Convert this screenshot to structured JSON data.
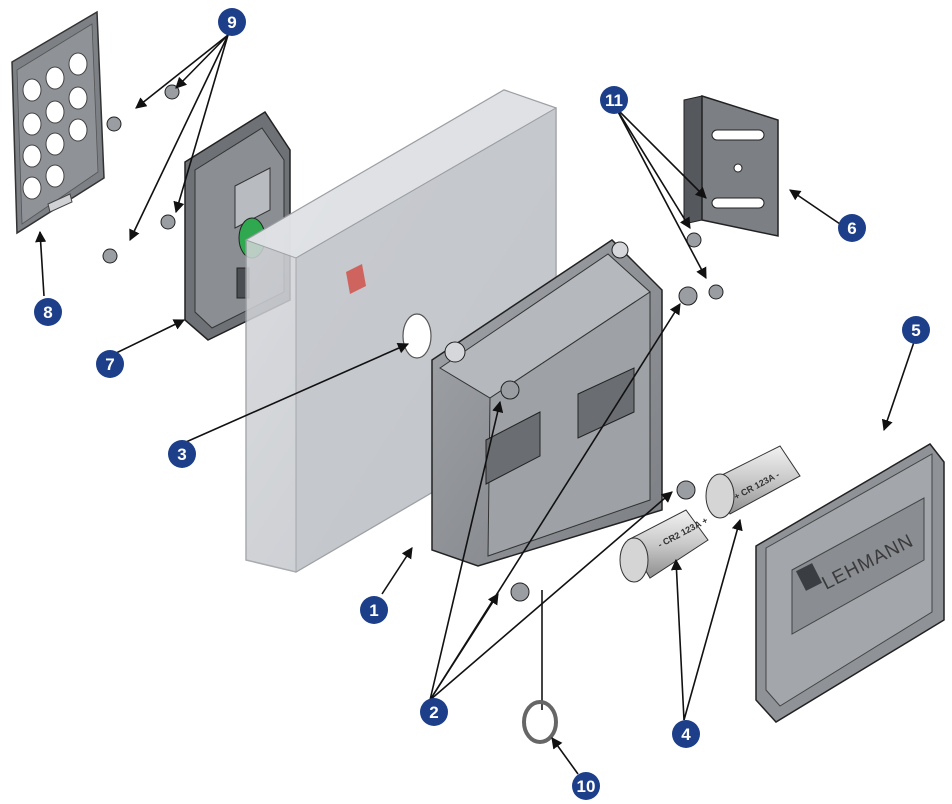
{
  "callouts": [
    {
      "id": "c1",
      "label": "1"
    },
    {
      "id": "c2",
      "label": "2"
    },
    {
      "id": "c3",
      "label": "3"
    },
    {
      "id": "c4",
      "label": "4"
    },
    {
      "id": "c5",
      "label": "5"
    },
    {
      "id": "c6",
      "label": "6"
    },
    {
      "id": "c7",
      "label": "7"
    },
    {
      "id": "c8",
      "label": "8"
    },
    {
      "id": "c9",
      "label": "9"
    },
    {
      "id": "c10",
      "label": "10"
    },
    {
      "id": "c11",
      "label": "11"
    }
  ],
  "cover": {
    "brand": "LEHMANN"
  },
  "batteries": [
    {
      "id": "battery-left",
      "text": "- CR2 123A +"
    },
    {
      "id": "battery-right",
      "text": "+ CR 123A -"
    }
  ],
  "colors": {
    "callout_fill": "#1d3f8a",
    "part_grey": "#8a8d92",
    "part_dark": "#6b6e73",
    "glass": "#c8cbd0",
    "accent_green": "#2fa84f",
    "accent_red": "#d0524a"
  }
}
